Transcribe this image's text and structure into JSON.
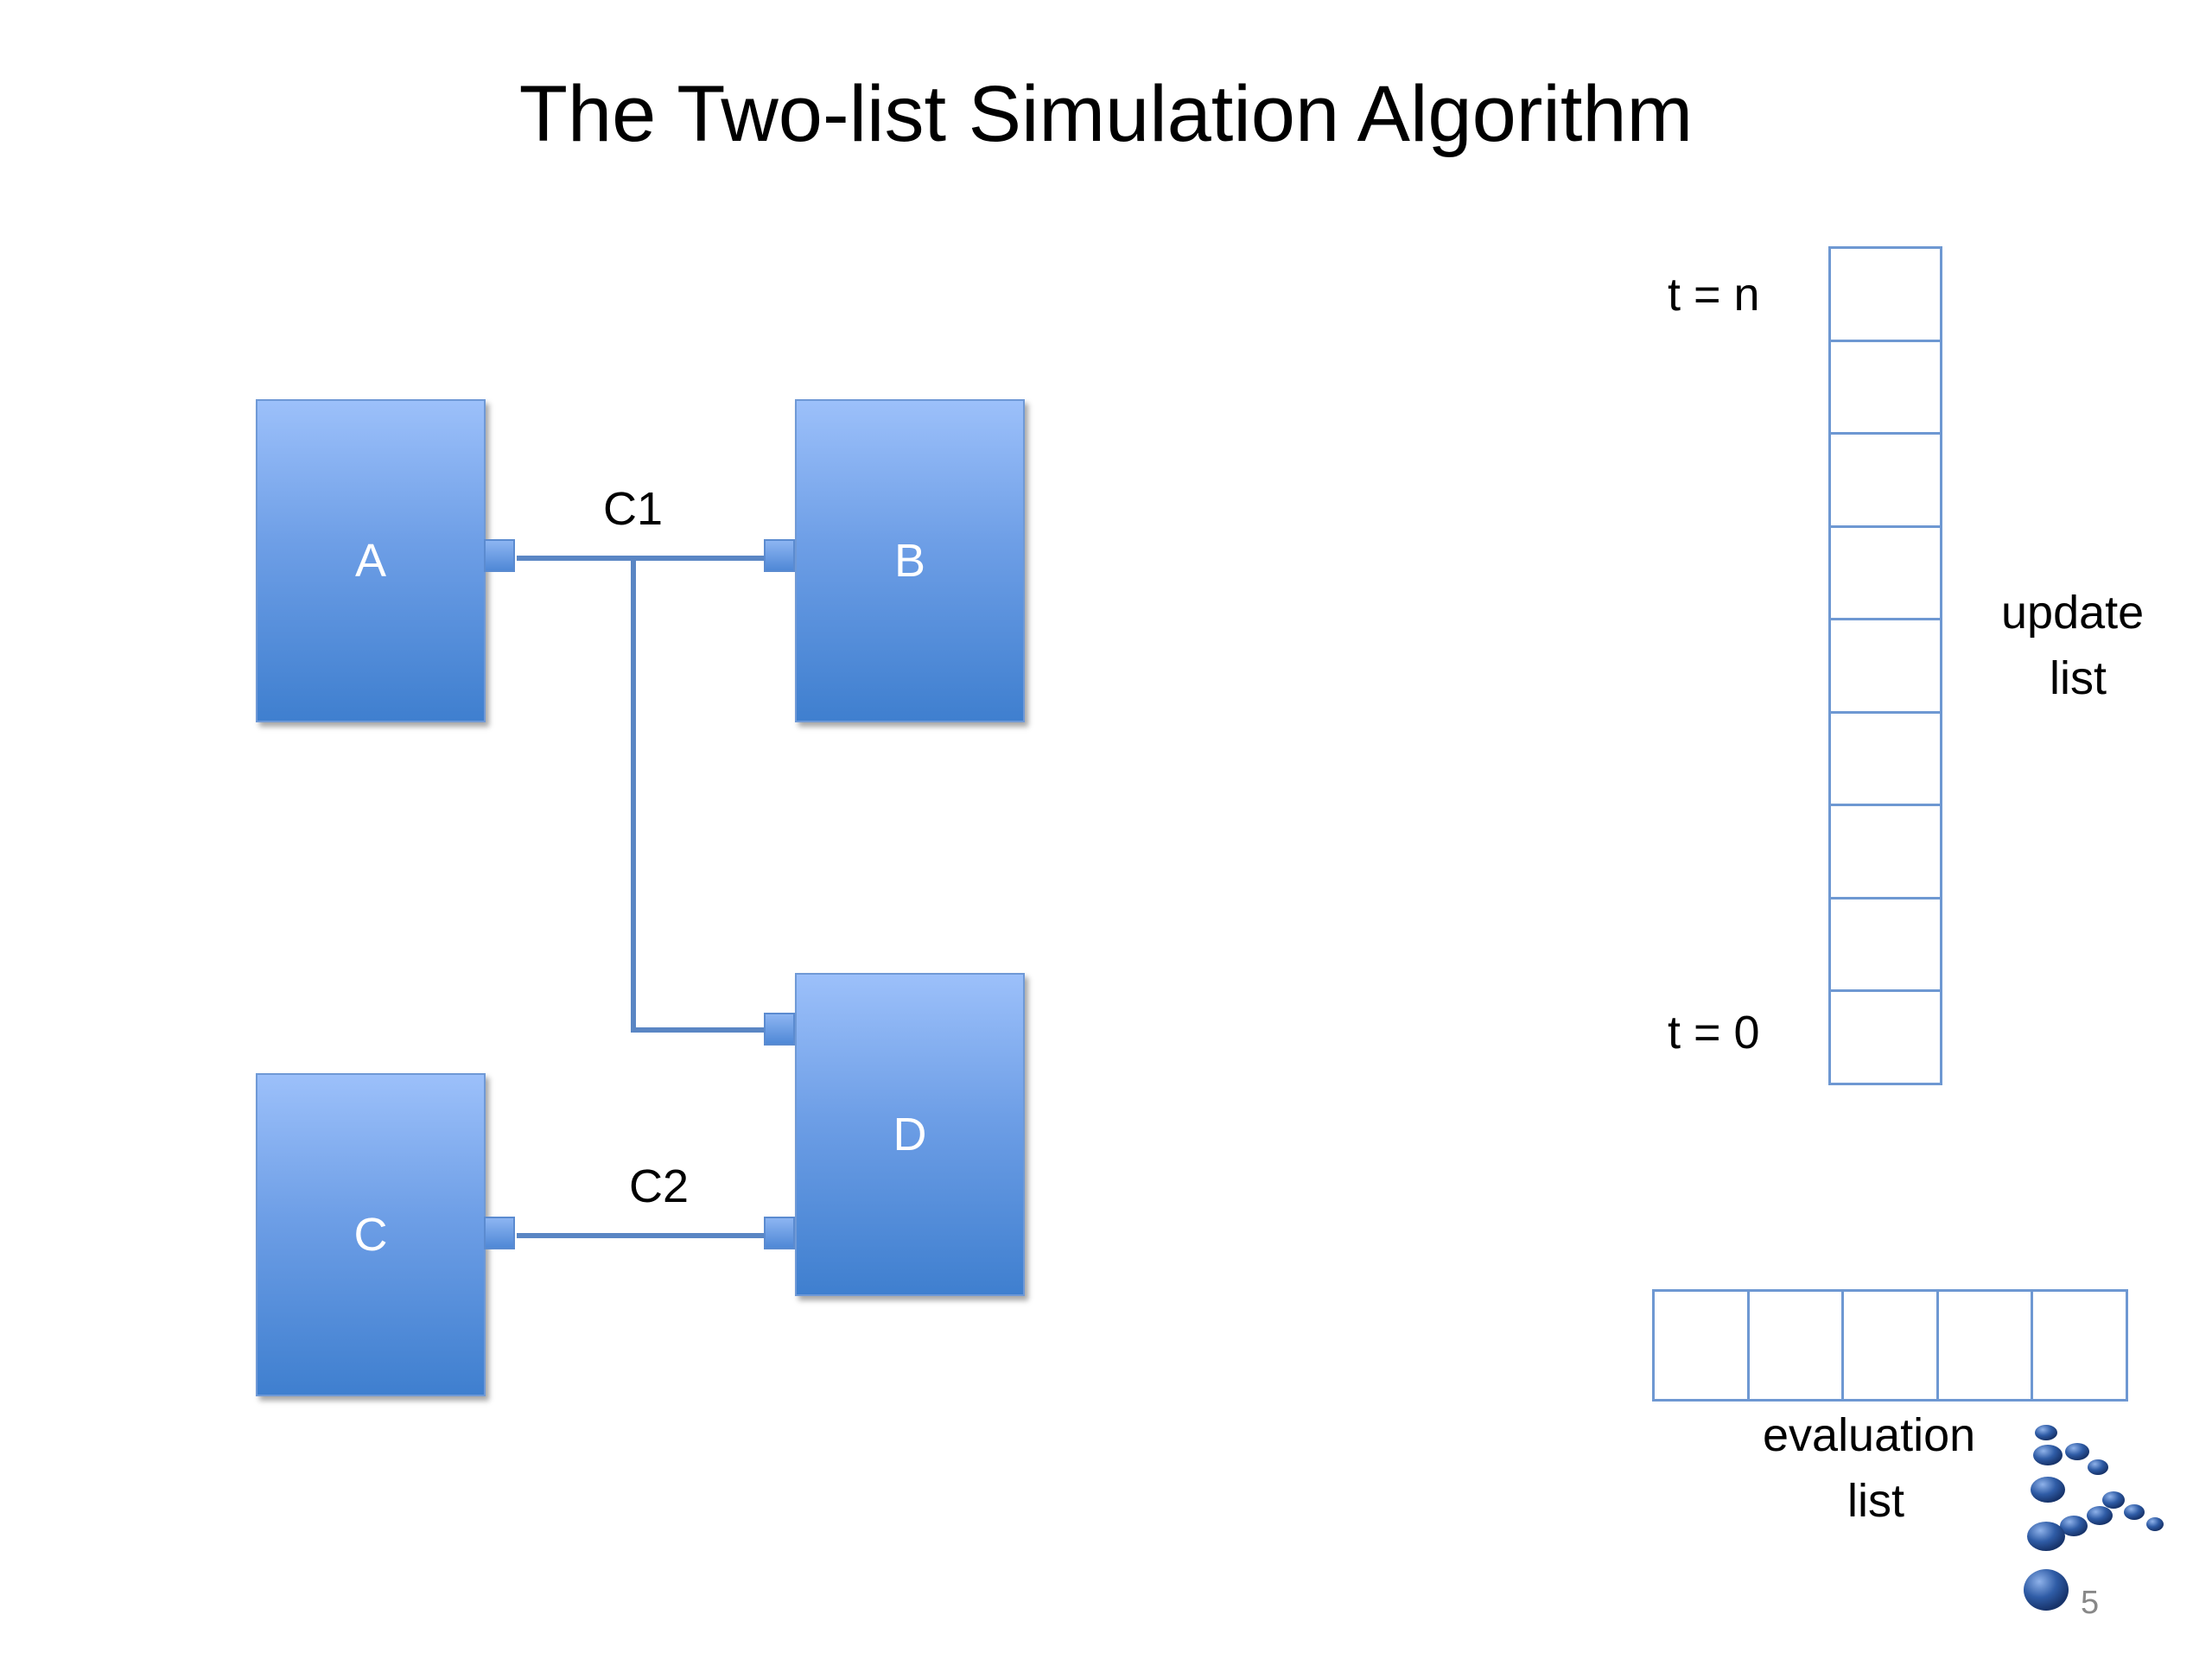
{
  "slide": {
    "title": "The Two-list Simulation Algorithm",
    "page_number": "5"
  },
  "blocks": [
    {
      "id": "A",
      "label": "A"
    },
    {
      "id": "B",
      "label": "B"
    },
    {
      "id": "C",
      "label": "C"
    },
    {
      "id": "D",
      "label": "D"
    }
  ],
  "connections": [
    {
      "label": "C1",
      "from": "A",
      "to": [
        "B",
        "D"
      ]
    },
    {
      "label": "C2",
      "from": "C",
      "to": [
        "D"
      ]
    }
  ],
  "update_list": {
    "label_line1": "update",
    "label_line2": "list",
    "top_label": "t = n",
    "bottom_label": "t = 0",
    "slot_count": 9
  },
  "evaluation_list": {
    "label_line1": "evaluation",
    "label_line2": "list",
    "slot_count": 5
  },
  "colors": {
    "block_top": "#9cc0fa",
    "block_bottom": "#3f7fcf",
    "wire": "#5a86c4",
    "cell_border": "#6e98d2"
  }
}
